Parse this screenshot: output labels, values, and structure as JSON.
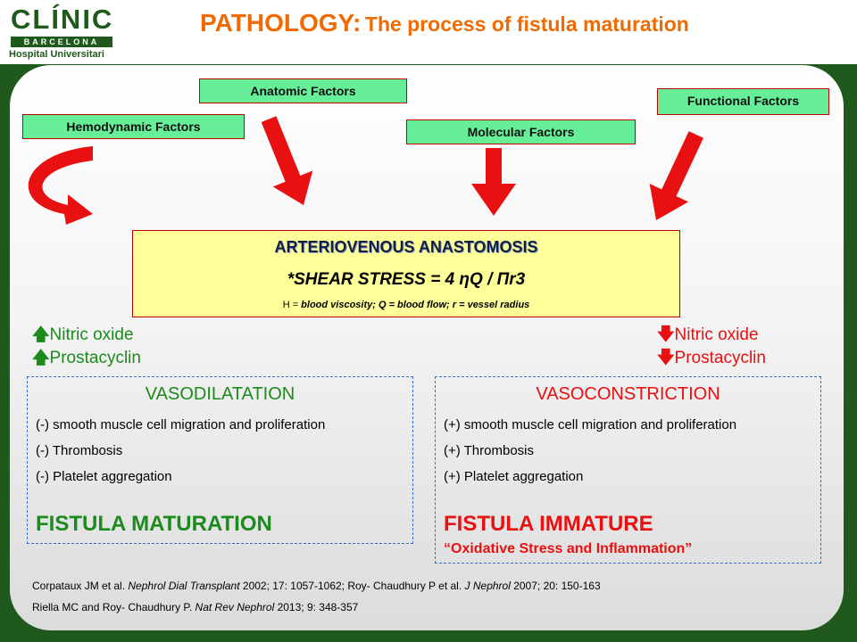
{
  "logo": {
    "name": "CLÍNIC",
    "city": "BARCELONA",
    "hospital": "Hospital Universitari"
  },
  "title": {
    "prefix": "PATHOLOGY:",
    "rest": "The process of fistula maturation"
  },
  "factors": {
    "hemodynamic": "Hemodynamic Factors",
    "anatomic": "Anatomic Factors",
    "molecular": "Molecular Factors",
    "functional": "Functional Factors"
  },
  "anastomosis": {
    "title": "ARTERIOVENOUS ANASTOMOSIS",
    "formula": "*SHEAR STRESS = 4 ηQ / Πr3",
    "def_h": "H = ",
    "def_bv": "blood viscosity; Q = blood flow; r = vessel radius"
  },
  "left": {
    "arrow": "🡅",
    "mediators": [
      "Nitric oxide",
      "Prostacyclin"
    ],
    "effect_title": "VASODILATATION",
    "items": [
      "(-) smooth muscle cell migration and proliferation",
      "(-) Thrombosis",
      "(-) Platelet aggregation"
    ],
    "outcome": "FISTULA MATURATION",
    "color": "#1c8a1c"
  },
  "right": {
    "arrow": "🡇",
    "mediators": [
      "Nitric oxide",
      "Prostacyclin"
    ],
    "effect_title": "VASOCONSTRICTION",
    "items": [
      "(+) smooth muscle cell migration and proliferation",
      "(+) Thrombosis",
      "(+) Platelet aggregation"
    ],
    "outcome": "FISTULA IMMATURE",
    "outcome_sub": "“Oxidative Stress and Inflammation”",
    "color": "#e81010"
  },
  "references": {
    "r1_a": "Corpataux JM et al. ",
    "r1_b": "Nephrol Dial Transplant",
    "r1_c": " 2002; 17: 1057-1062; Roy- Chaudhury P et al. ",
    "r1_d": "J Nephrol",
    "r1_e": " 2007; 20: 150-163",
    "r2_a": "Riella MC and Roy- Chaudhury P. ",
    "r2_b": "Nat Rev Nephrol",
    "r2_c": " 2013; 9: 348-357"
  },
  "colors": {
    "arrow": "#e81010",
    "factor_bg": "#66ee99",
    "anastomosis_bg": "#ffff99",
    "title": "#f06a00",
    "frame": "#1f5a1c"
  }
}
